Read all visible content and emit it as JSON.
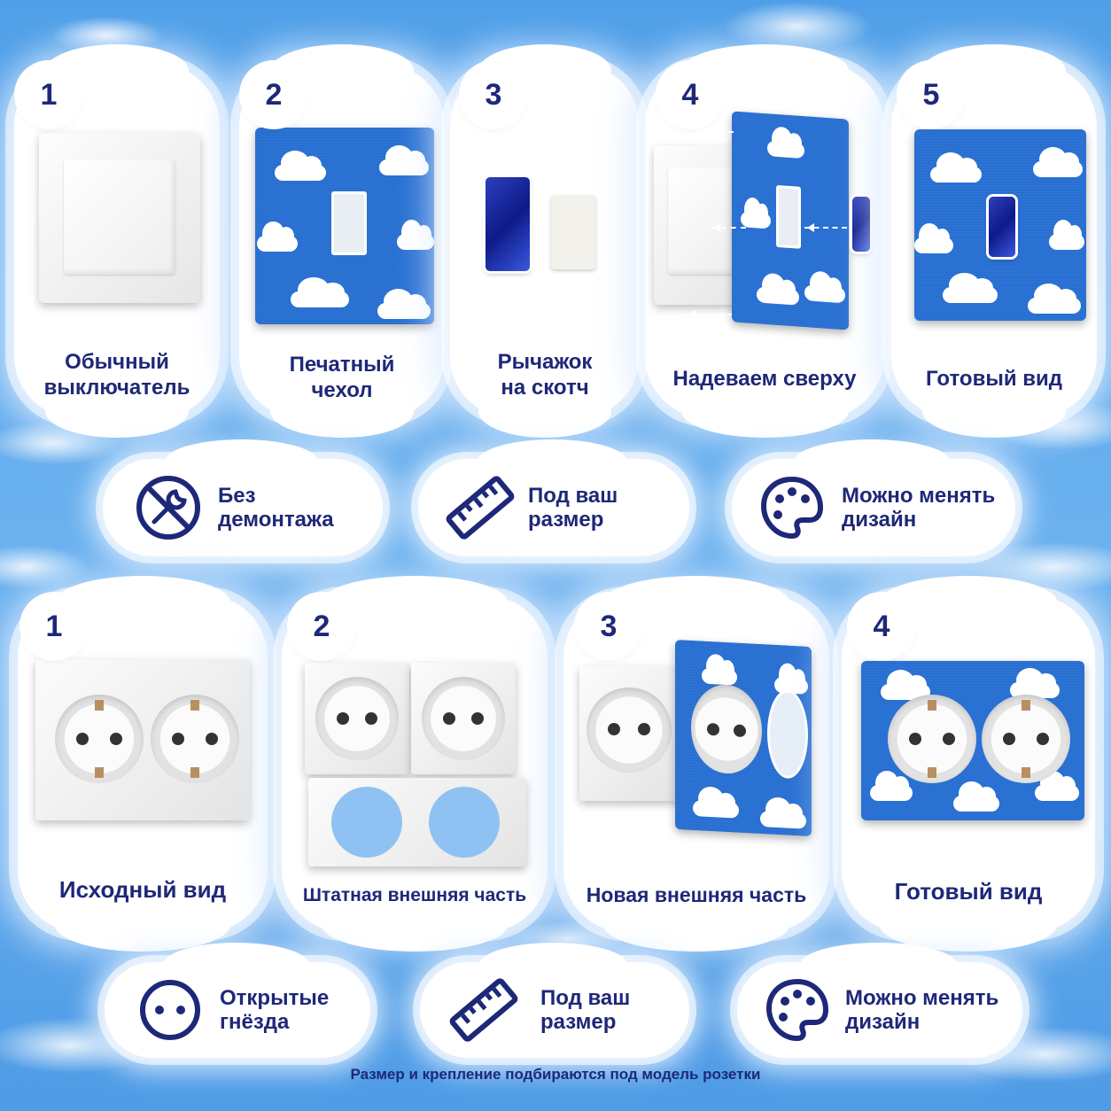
{
  "switch_steps": [
    {
      "num": "1",
      "label_line1": "Обычный",
      "label_line2": "выключатель"
    },
    {
      "num": "2",
      "label_line1": "Печатный",
      "label_line2": "чехол"
    },
    {
      "num": "3",
      "label_line1": "Рычажок",
      "label_line2": "на скотч"
    },
    {
      "num": "4",
      "label_line1": "Надеваем сверху",
      "label_line2": ""
    },
    {
      "num": "5",
      "label_line1": "Готовый вид",
      "label_line2": ""
    }
  ],
  "switch_features": [
    {
      "icon": "no-tools-icon",
      "line1": "Без",
      "line2": "демонтажа"
    },
    {
      "icon": "ruler-icon",
      "line1": "Под ваш",
      "line2": "размер"
    },
    {
      "icon": "palette-icon",
      "line1": "Можно менять",
      "line2": "дизайн"
    }
  ],
  "socket_steps": [
    {
      "num": "1",
      "label": "Исходный вид"
    },
    {
      "num": "2",
      "label": "Штатная внешняя часть"
    },
    {
      "num": "3",
      "label": "Новая внешняя часть"
    },
    {
      "num": "4",
      "label": "Готовый вид"
    }
  ],
  "socket_features": [
    {
      "icon": "open-socket-icon",
      "line1": "Открытые",
      "line2": "гнёзда"
    },
    {
      "icon": "ruler-icon",
      "line1": "Под ваш",
      "line2": "размер"
    },
    {
      "icon": "palette-icon",
      "line1": "Можно менять",
      "line2": "дизайн"
    }
  ],
  "footer": "Размер и крепление подбираются под модель розетки",
  "colors": {
    "navy": "#1e2878",
    "cover_blue": "#2b73d6",
    "sky": "#5aa6eb"
  }
}
